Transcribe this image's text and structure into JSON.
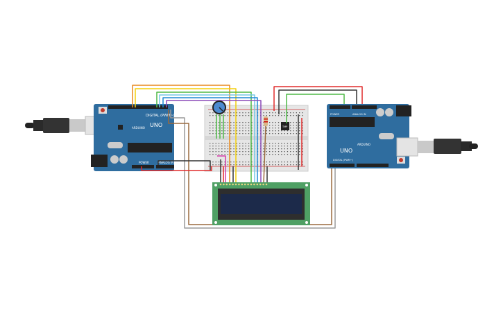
{
  "arduino_left": {
    "model": "UNO",
    "brand": "ARDUINO",
    "digital_label": "DIGITAL (PWM~)",
    "power_label": "POWER",
    "analog_label": "ANALOG IN"
  },
  "arduino_right": {
    "model": "UNO",
    "brand": "ARDUINO",
    "digital_label": "DIGITAL (PWM~)",
    "power_label": "POWER",
    "analog_label": "ANALOG IN"
  },
  "sensor": {
    "label": "TMP"
  },
  "colors": {
    "board": "#2f6d9f",
    "breadboard": "#e6e6e6",
    "lcd_pcb": "#4fa064",
    "lcd_screen": "#1c2a4a",
    "wire_orange": "#e8891b",
    "wire_yellow": "#f3cf0b",
    "wire_green": "#4fb947",
    "wire_cyan": "#74c7e6",
    "wire_blue": "#1f8ad6",
    "wire_purple": "#8b4ab8",
    "wire_brown": "#9a6a3e",
    "wire_gray": "#9a9a9a",
    "wire_red": "#e12b2b",
    "wire_black": "#333333",
    "wire_pink": "#d33ba9"
  }
}
